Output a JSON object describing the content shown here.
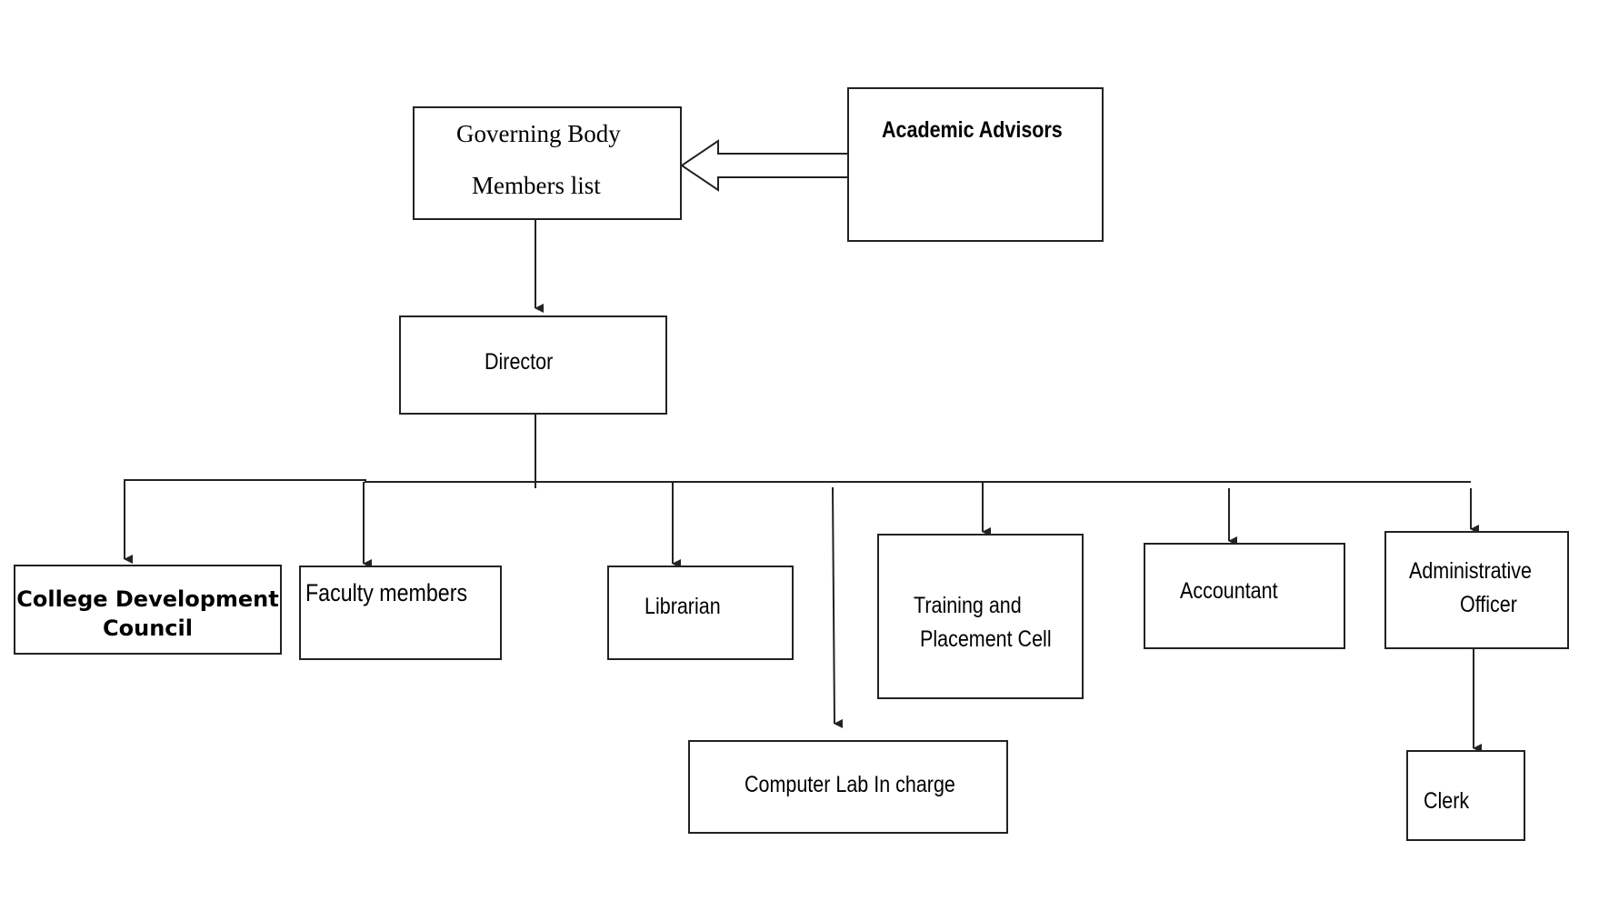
{
  "diagram": {
    "nodes": {
      "governing_body": {
        "line1": "Governing Body",
        "line2": "Members list"
      },
      "academic_advisors": {
        "label": "Academic Advisors"
      },
      "director": {
        "label": "Director"
      },
      "college_development_council": {
        "line1": "College Development",
        "line2": "Council"
      },
      "faculty_members": {
        "label": "Faculty members"
      },
      "librarian": {
        "label": "Librarian"
      },
      "computer_lab": {
        "label": "Computer Lab In charge"
      },
      "training_placement": {
        "line1": "Training and",
        "line2": "Placement Cell"
      },
      "accountant": {
        "label": "Accountant"
      },
      "administrative_officer": {
        "line1": "Administrative",
        "line2": "Officer"
      },
      "clerk": {
        "label": "Clerk"
      }
    },
    "edges": [
      {
        "from": "academic_advisors",
        "to": "governing_body",
        "style": "hollow-arrow"
      },
      {
        "from": "governing_body",
        "to": "director"
      },
      {
        "from": "director",
        "to": "college_development_council"
      },
      {
        "from": "director",
        "to": "faculty_members"
      },
      {
        "from": "director",
        "to": "librarian"
      },
      {
        "from": "director",
        "to": "computer_lab"
      },
      {
        "from": "director",
        "to": "training_placement"
      },
      {
        "from": "director",
        "to": "accountant"
      },
      {
        "from": "director",
        "to": "administrative_officer"
      },
      {
        "from": "administrative_officer",
        "to": "clerk"
      }
    ],
    "colors": {
      "line": "#222222",
      "text": "#000000",
      "background": "#ffffff"
    }
  }
}
